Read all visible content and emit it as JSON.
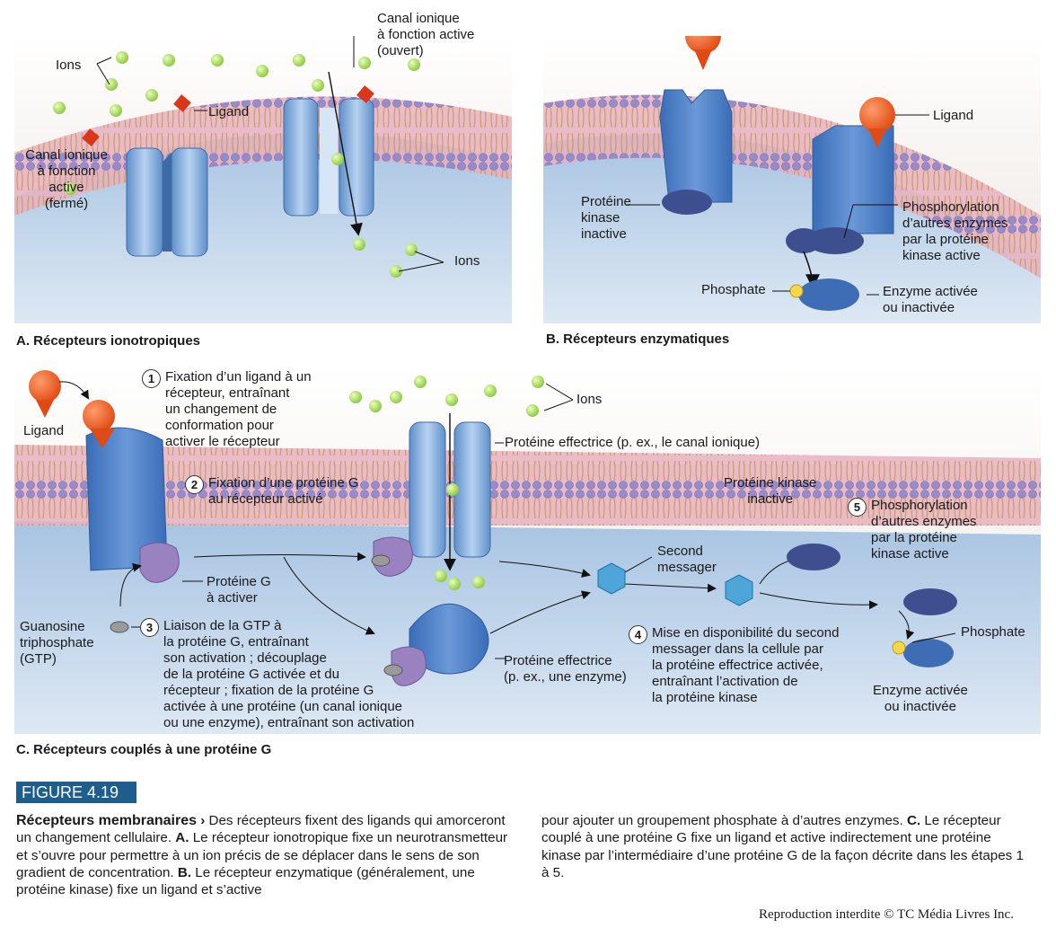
{
  "panel_a": {
    "caption": "A. Récepteurs ionotropiques",
    "ions_top": "Ions",
    "ligand": "Ligand",
    "closed_channel": "Canal ionique\nà fonction\nactive\n(fermé)",
    "open_channel": "Canal ionique\nà fonction active\n(ouvert)",
    "ions_bottom": "Ions"
  },
  "panel_b": {
    "caption": "B. Récepteurs enzymatiques",
    "ligand": "Ligand",
    "inactive_kinase": "Protéine\nkinase\ninactive",
    "phosphorylation": "Phosphorylation\nd’autres enzymes\npar la protéine\nkinase active",
    "phosphate": "Phosphate",
    "enzyme": "Enzyme activée\nou inactivée"
  },
  "panel_c": {
    "caption": "C. Récepteurs couplés à une protéine G",
    "ligand": "Ligand",
    "step1_num": "1",
    "step1": "Fixation d’un ligand à un\nrécepteur, entraînant\nun changement de\nconformation pour\nactiver le récepteur",
    "ions": "Ions",
    "effector_channel": "Protéine effectrice (p. ex., le canal ionique)",
    "step2_num": "2",
    "step2": "Fixation d’une protéine G\nau récepteur activé",
    "kinase_inactive": "Protéine kinase\ninactive",
    "step5_num": "5",
    "step5": "Phosphorylation\nd’autres enzymes\npar la protéine\nkinase active",
    "second_messenger": "Second\nmessager",
    "g_protein": "Protéine G\nà activer",
    "gtp": "Guanosine\ntriphosphate\n(GTP)",
    "step3_num": "3",
    "step3": "Liaison de la GTP à\nla protéine G, entraînant\nson activation ; découplage\nde la protéine G activée et du\nrécepteur ; fixation de la protéine G\nactivée à une protéine (un canal ionique\nou une enzyme), entraînant son activation",
    "effector_enzyme": "Protéine effectrice\n(p. ex., une enzyme)",
    "step4_num": "4",
    "step4": "Mise en disponibilité du second\nmessager dans la cellule par\nla protéine effectrice activée,\nentraînant l’activation de\nla protéine kinase",
    "phosphate": "Phosphate",
    "enzyme": "Enzyme activée\nou inactivée"
  },
  "figure": {
    "badge": "FIGURE 4.19",
    "title": "Récepteurs membranaires",
    "arrow": "›",
    "text_left_1": " Des récepteurs fixent des ligands qui amorceront un changement cellulaire. ",
    "a_label": "A.",
    "text_left_2": " Le récepteur ionotropique fixe un neurotransmetteur et s’ouvre pour permettre à un ion précis de se déplacer dans le sens de son gradient de concentration. ",
    "b_label": "B.",
    "text_left_3": " Le récepteur enzymatique (généralement, une protéine kinase) fixe un ligand et s’active",
    "text_right_1": "pour ajouter un groupement phosphate à d’autres enzymes. ",
    "c_label": "C.",
    "text_right_2": " Le récepteur couplé à une protéine G fixe un ligand et active indirectement une protéine kinase par l’intermédiaire d’une protéine G de la façon décrite dans les étapes 1 à 5."
  },
  "credit": "Reproduction interdite © TC Média Livres Inc."
}
